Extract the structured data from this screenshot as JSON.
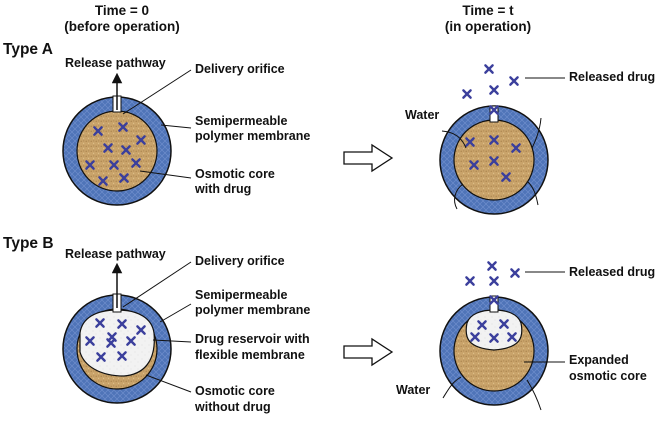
{
  "headers": {
    "t0_title": "Time = 0",
    "t0_sub": "(before operation)",
    "tt_title": "Time = t",
    "tt_sub": "(in operation)"
  },
  "type_a": {
    "title": "Type A",
    "release_pathway": "Release pathway",
    "delivery_orifice": "Delivery orifice",
    "membrane_l1": "Semipermeable",
    "membrane_l2": "polymer membrane",
    "core_l1": "Osmotic core",
    "core_l2": "with drug",
    "water": "Water",
    "released_drug": "Released drug"
  },
  "type_b": {
    "title": "Type B",
    "release_pathway": "Release pathway",
    "delivery_orifice": "Delivery orifice",
    "membrane_l1": "Semipermeable",
    "membrane_l2": "polymer membrane",
    "reservoir_l1": "Drug reservoir with",
    "reservoir_l2": "flexible membrane",
    "core_l1": "Osmotic core",
    "core_l2": "without drug",
    "water": "Water",
    "released_drug": "Released drug",
    "expanded_l1": "Expanded",
    "expanded_l2": "osmotic core"
  },
  "colors": {
    "membrane": "#4f74b8",
    "core": "#c9a36a",
    "reservoir": "#f1f1f1",
    "drug": "#3b3f9c",
    "outline": "#111111"
  },
  "icons": {
    "drug_marker": "cross-icon",
    "stage_arrow": "hollow-right-arrow-icon"
  }
}
